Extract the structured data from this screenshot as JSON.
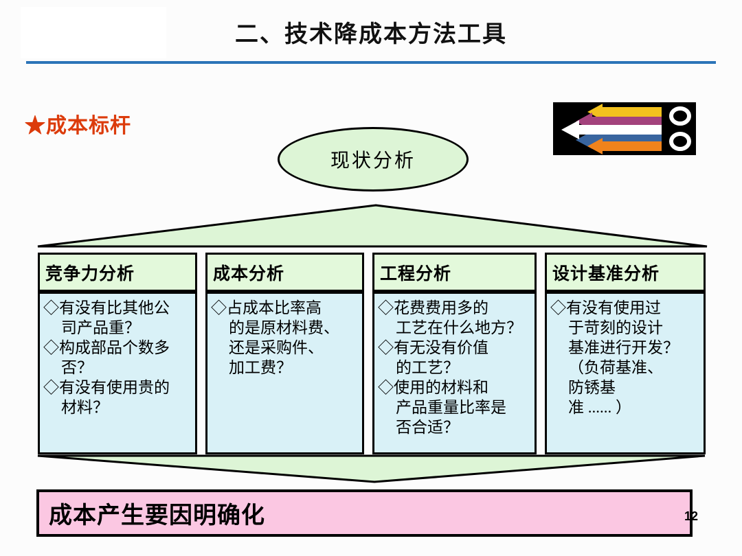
{
  "slide": {
    "title": "二、技术降成本方法工具",
    "section_label": "★成本标杆",
    "page_number": "12"
  },
  "colors": {
    "title_rule_blue": "#2b74b8",
    "section_label_red": "#dc3b0b",
    "shape_green": "#ddf5d6",
    "header_green": "#e3f9db",
    "body_blue": "#d9f1f7",
    "banner_pink": "#fbc7e2",
    "logo_background": "#000000"
  },
  "diagram": {
    "top_node": "现状分析",
    "boxes": [
      {
        "header": "竞争力分析",
        "lines": [
          "◇有没有比其他公",
          "司产品重？",
          "◇构成部品个数多",
          "否？",
          "◇有没有使用贵的",
          "材料？"
        ]
      },
      {
        "header": "成本分析",
        "lines": [
          "◇占成本比率高",
          "的是原材料费、",
          "还是采购件、",
          "加工费？"
        ]
      },
      {
        "header": "工程分析",
        "lines": [
          "◇花费费用多的",
          "工艺在什么地方？",
          "◇有无没有价值",
          "的工艺？",
          "◇使用的材料和",
          "产品重量比率是",
          "否合适？"
        ]
      },
      {
        "header": "设计基准分析",
        "lines": [
          "◇有没有使用过",
          "于苛刻的设计",
          "基准进行开发？",
          "（负荷基准、",
          "防锈基",
          "准 ...... ）"
        ]
      }
    ],
    "bottom_banner": "成本产生要因明确化"
  },
  "logo": {
    "icon": "left-arrows-logo",
    "arrow_colors": {
      "yellow": "#f2c11e",
      "magenta": "#a3427c",
      "white": "#ffffff",
      "blue": "#39659f",
      "orange": "#f0831c"
    },
    "ring_color": "#ffffff"
  }
}
